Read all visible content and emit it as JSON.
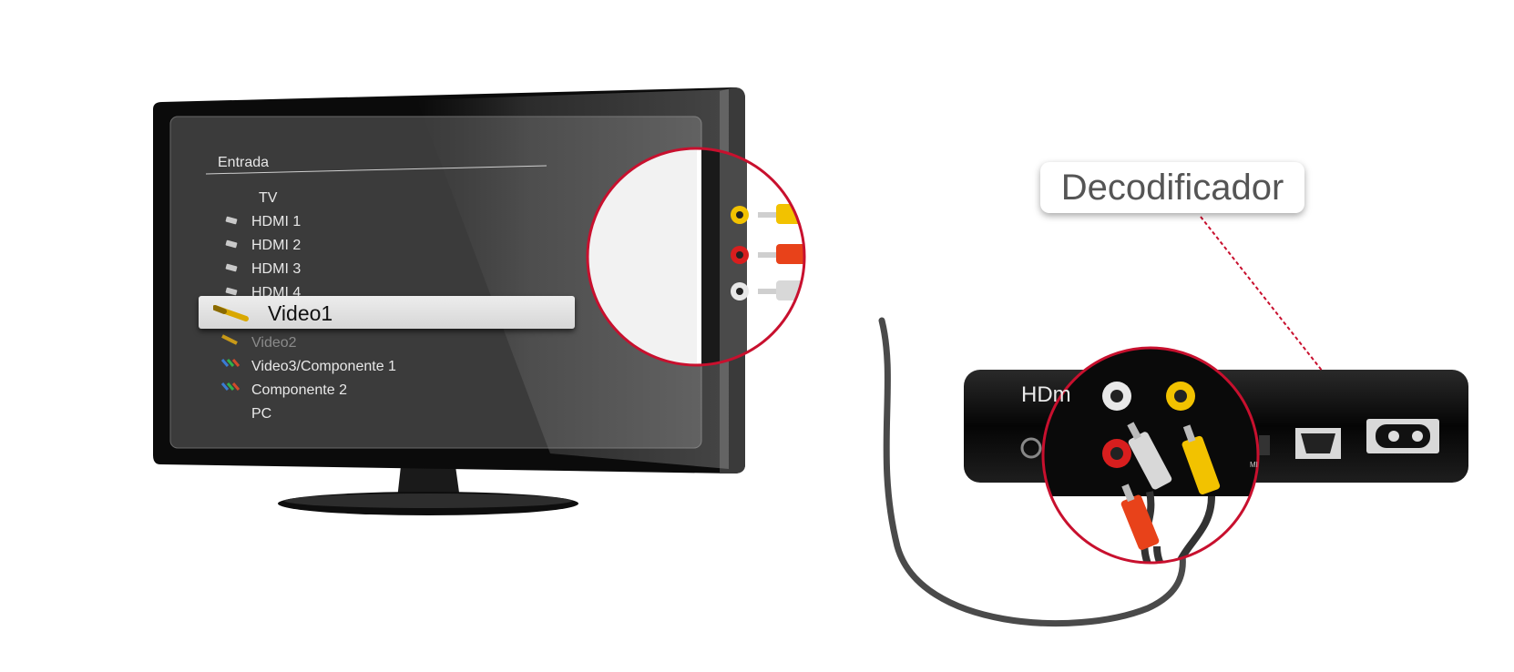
{
  "tv_menu": {
    "title": "Entrada",
    "items": [
      "TV",
      "HDMI 1",
      "HDMI 2",
      "HDMI 3",
      "HDMI 4"
    ],
    "selected": "Video1",
    "items_after": [
      "Video2",
      "Video3/Componente 1",
      "Componente 2",
      "PC"
    ]
  },
  "decoder": {
    "label": "Decodificador",
    "port_text": "HDm",
    "hdmi_small": "MI"
  },
  "colors": {
    "accent_red": "#c8102e",
    "cable_yellow": "#f2c200",
    "cable_red": "#e8421a",
    "cable_white": "#d8d8d8",
    "device_black": "#111111"
  }
}
